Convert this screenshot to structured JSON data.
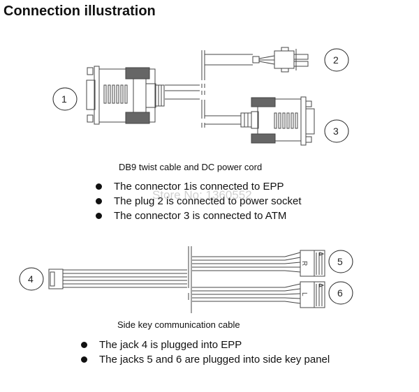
{
  "title": "Connection illustration",
  "section1": {
    "caption": "DB9 twist cable and DC power cord",
    "labels": [
      "1",
      "2",
      "3"
    ],
    "bullets": [
      "The connector 1is connected to EPP",
      "The plug 2 is connected to power socket",
      "The connector 3 is connected to ATM"
    ]
  },
  "section2": {
    "caption": "Side key communication cable",
    "labels": [
      "4",
      "5",
      "6"
    ],
    "jack_marks": [
      "R",
      "L"
    ],
    "bullets": [
      "The jack 4 is plugged into EPP",
      "The jacks 5 and 6 are plugged into side key panel"
    ]
  },
  "watermark": "Store No: 1360552"
}
